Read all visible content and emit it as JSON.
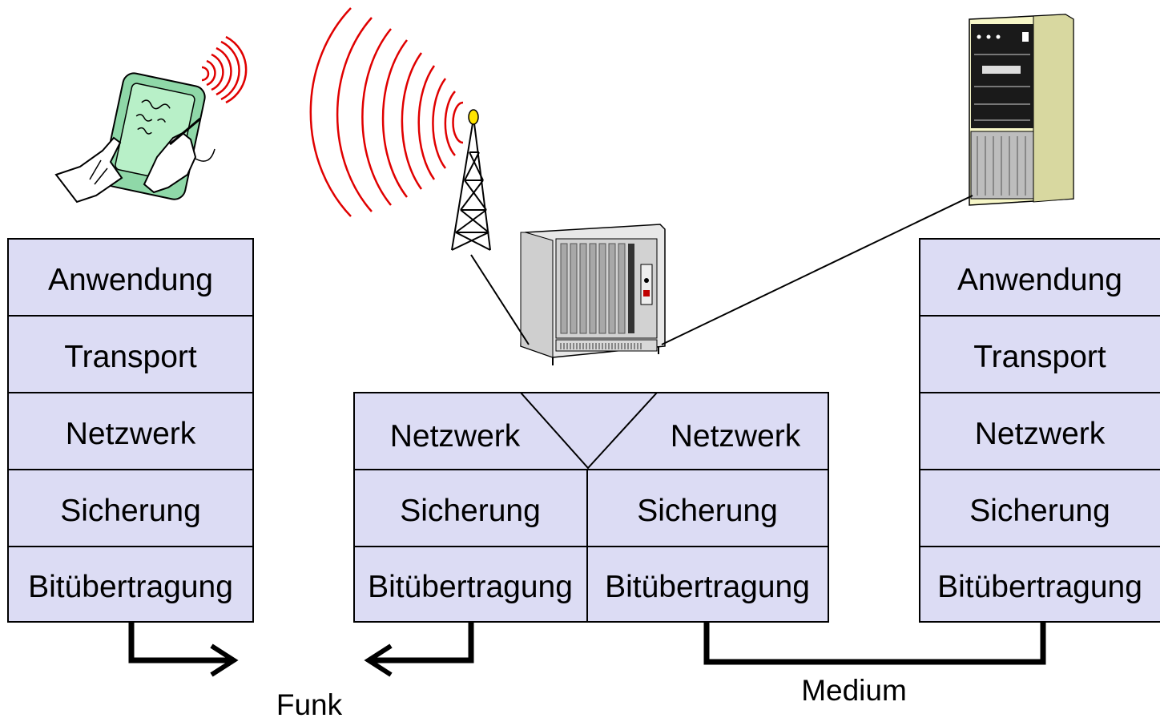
{
  "colors": {
    "layer_fill": "#dcdcf4",
    "radio_waves": "#e00000",
    "tablet_screen": "#b8f0c8",
    "server_body": "#f7f7c8",
    "rack_body": "#e8e8e8",
    "line": "#000000"
  },
  "icons": {
    "tablet": "handheld-tablet-icon",
    "tower": "radio-tower-icon",
    "rack": "router-rack-icon",
    "server": "tower-server-icon"
  },
  "left_stack": {
    "layers": [
      "Anwendung",
      "Transport",
      "Netzwerk",
      "Sicherung",
      "Bitübertragung"
    ]
  },
  "middle_stack": {
    "left": {
      "network": "Netzwerk",
      "link": "Sicherung",
      "physical": "Bitübertragung"
    },
    "right": {
      "network": "Netzwerk",
      "link": "Sicherung",
      "physical": "Bitübertragung"
    }
  },
  "right_stack": {
    "layers": [
      "Anwendung",
      "Transport",
      "Netzwerk",
      "Sicherung",
      "Bitübertragung"
    ]
  },
  "labels": {
    "funk": "Funk",
    "medium": "Medium"
  }
}
